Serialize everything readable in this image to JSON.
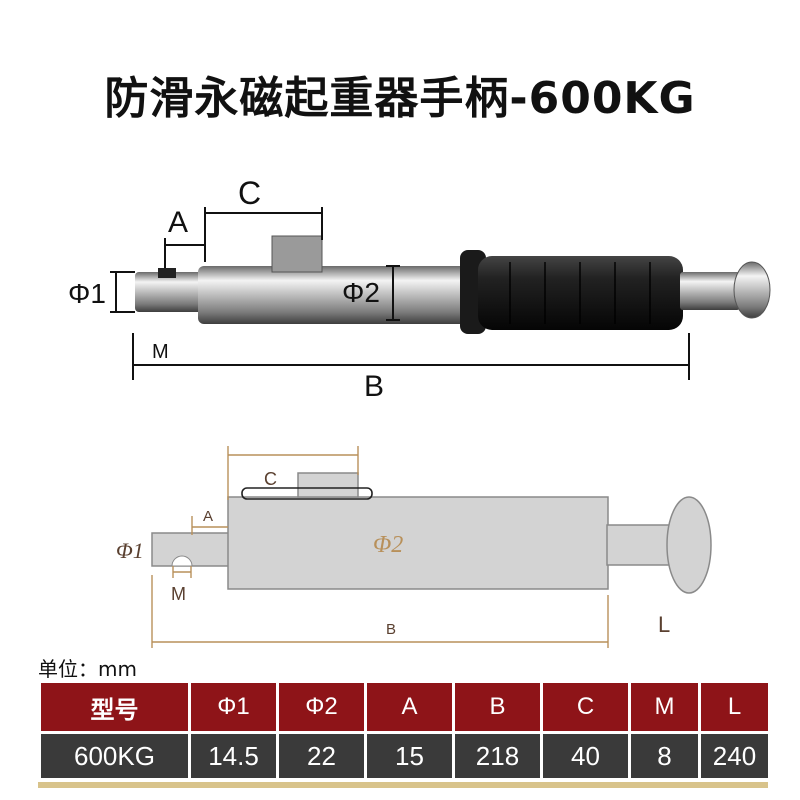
{
  "title": "防滑永磁起重器手柄-600KG",
  "photo_labels": {
    "a": "A",
    "c": "C",
    "phi1": "Φ1",
    "phi2": "Φ2",
    "m": "M",
    "b": "B"
  },
  "drawing_labels": {
    "c": "C",
    "a": "A",
    "phi1": "Φ1",
    "phi2": "Φ2",
    "m": "M",
    "b": "B",
    "l": "L"
  },
  "unit_label": "单位：mm",
  "table": {
    "headers": [
      "型号",
      "Φ1",
      "Φ2",
      "A",
      "B",
      "C",
      "M",
      "L"
    ],
    "row": [
      "600KG",
      "14.5",
      "22",
      "15",
      "218",
      "40",
      "8",
      "240"
    ]
  },
  "colors": {
    "header_bg": "#8e1418",
    "row_bg": "#3a3a3a",
    "drawing_line": "#b8905a",
    "drawing_fill": "#d0d0d0"
  }
}
